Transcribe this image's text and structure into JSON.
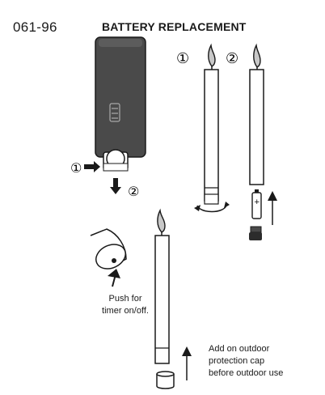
{
  "header": {
    "model_number": "061-96",
    "title": "BATTERY REPLACEMENT"
  },
  "steps": {
    "remote_step_1": "①",
    "remote_step_2": "②",
    "candle_step_1": "①",
    "candle_step_2": "②"
  },
  "captions": {
    "timer_line_1": "Push for",
    "timer_line_2": "timer on/off.",
    "cap_line_1": "Add on outdoor",
    "cap_line_2": "protection cap",
    "cap_line_3": "before outdoor use"
  },
  "battery": {
    "plus_label": "+"
  },
  "icons": {
    "arrow-right": "right-arrow-icon",
    "arrow-down": "down-arrow-icon",
    "arrow-up": "up-arrow-icon",
    "twist": "twist-arrow-icon"
  },
  "colors": {
    "ink": "#1a1a1a",
    "remote_body": "#4a4a4a",
    "flame": "#c8c8c8"
  }
}
